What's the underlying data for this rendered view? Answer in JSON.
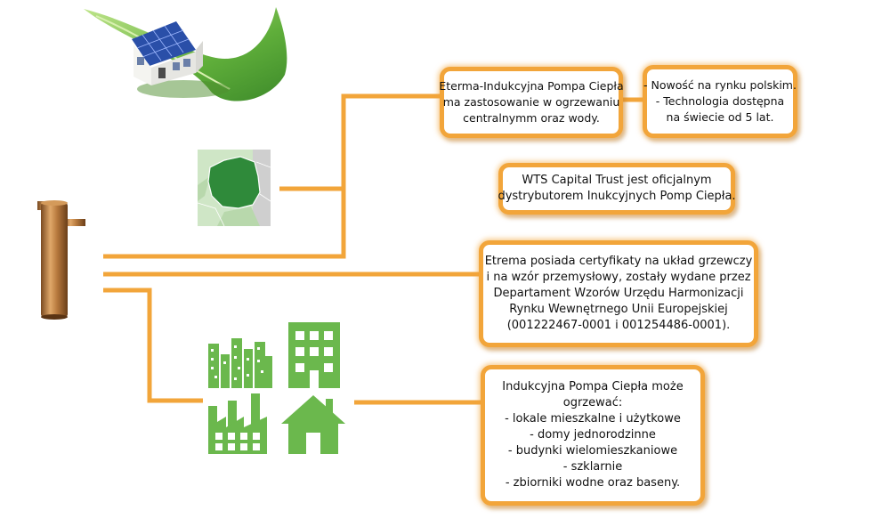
{
  "colors": {
    "orange": "#f2a53a",
    "green": "#6bb84d",
    "copper": "#b87a3e"
  },
  "icons": {
    "house_leaf": "house-on-leaf-illustration",
    "map": "poland-map-icon",
    "pump": "heat-pump-cylinder-illustration",
    "buildings": [
      "city-skyline-icon",
      "apartment-block-icon",
      "factory-icon",
      "house-icon"
    ]
  },
  "boxes": {
    "product": [
      "Eterma-Indukcyjna Pompa Ciepła",
      "ma zastosowanie w ogrzewaniu",
      "centralnymm oraz wody."
    ],
    "novelty": [
      "- Nowość na rynku polskim.",
      "- Technologia dostępna",
      "na świecie od 5 lat."
    ],
    "distributor": [
      "WTS Capital Trust jest oficjalnym",
      "dystrybutorem Inukcyjnych Pomp Ciepła."
    ],
    "certificates": [
      "Etrema posiada certyfikaty na układ grzewczy",
      "i na wzór przemysłowy, zostały wydane przez",
      "Departament Wzorów Urzędu Harmonizacji",
      "Rynku Wewnętrnego Unii Europejskiej",
      "(001222467-0001 i 001254486-0001)."
    ],
    "uses": [
      "Indukcyjna Pompa Ciepła może",
      "ogrzewać:",
      "- lokale mieszkalne i użytkowe",
      "- domy jednorodzinne",
      "- budynki wielomieszkaniowe",
      "- szklarnie",
      "- zbiorniki wodne oraz baseny."
    ]
  }
}
